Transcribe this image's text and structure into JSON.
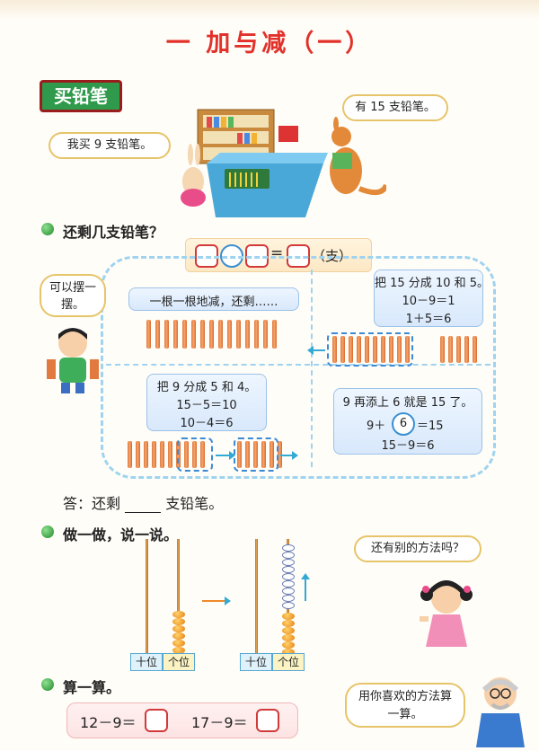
{
  "chapter_title": "一  加与减（一）",
  "lesson_tag": "买铅笔",
  "scene": {
    "bubble_left": "我买 9 支铅笔。",
    "bubble_right": "有 15 支铅笔。"
  },
  "q1": {
    "heading": "还剩几支铅笔？",
    "equation_eq": "=",
    "equation_unit": "（支）",
    "bubble_boy": "可以摆一摆。",
    "method1": "一根一根地减，还剩……",
    "method2_lines": [
      "把 15 分成 10 和 5。",
      "10－9＝1",
      "1＋5＝6"
    ],
    "method3_lines": [
      "把 9 分成 5 和 4。",
      "15－5＝10",
      "10－4＝6"
    ],
    "method4_lines": [
      "9 再添上 6 就是 15 了。",
      "9＋",
      "6",
      "＝15",
      "15－9＝6"
    ],
    "answer_prefix": "答：还剩",
    "answer_suffix": "支铅笔。"
  },
  "q2": {
    "heading": "做一做，说一说。",
    "tens_label": "十位",
    "ones_label": "个位",
    "bubble_girl": "还有别的方法吗？"
  },
  "q3": {
    "heading": "算一算。",
    "expr1": "12－9＝",
    "expr2": "17－9＝",
    "bubble_grandpa": "用你喜欢的方法算一算。"
  },
  "colors": {
    "title_red": "#e2312a",
    "tag_green": "#2f9a4b",
    "box_red": "#d23a3a",
    "circle_blue": "#3a8fd2",
    "stick_orange": "#e07a3f"
  }
}
